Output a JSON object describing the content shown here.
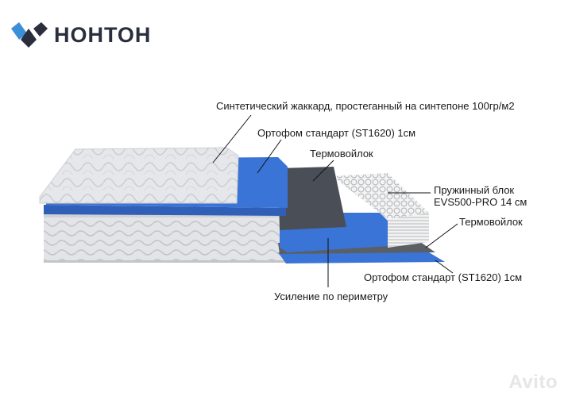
{
  "brand": {
    "name": "НОНТОН",
    "logo_icon": "nonton-logo-icon",
    "colors": {
      "dark": "#2b2f3d",
      "accent": "#3b8fd9"
    }
  },
  "labels": {
    "top_cover": "Синтетический жаккард, простеганный на синтепоне 100гр/м2",
    "orthofoam_top": "Ортофом стандарт (ST1620) 1см",
    "felt_top": "Термовойлок",
    "spring_block_line1": "Пружинный блок",
    "spring_block_line2": "EVS500-PRO 14 см",
    "felt_bottom": "Термовойлок",
    "orthofoam_bottom": "Ортофом стандарт (ST1620) 1см",
    "perimeter": "Усиление по периметру"
  },
  "watermark": "Avito",
  "colors": {
    "foam_blue": "#3a74d6",
    "felt_gray": "#4a4f57",
    "cover_white": "#e9eaec",
    "side_quilt": "#d9dadd"
  }
}
